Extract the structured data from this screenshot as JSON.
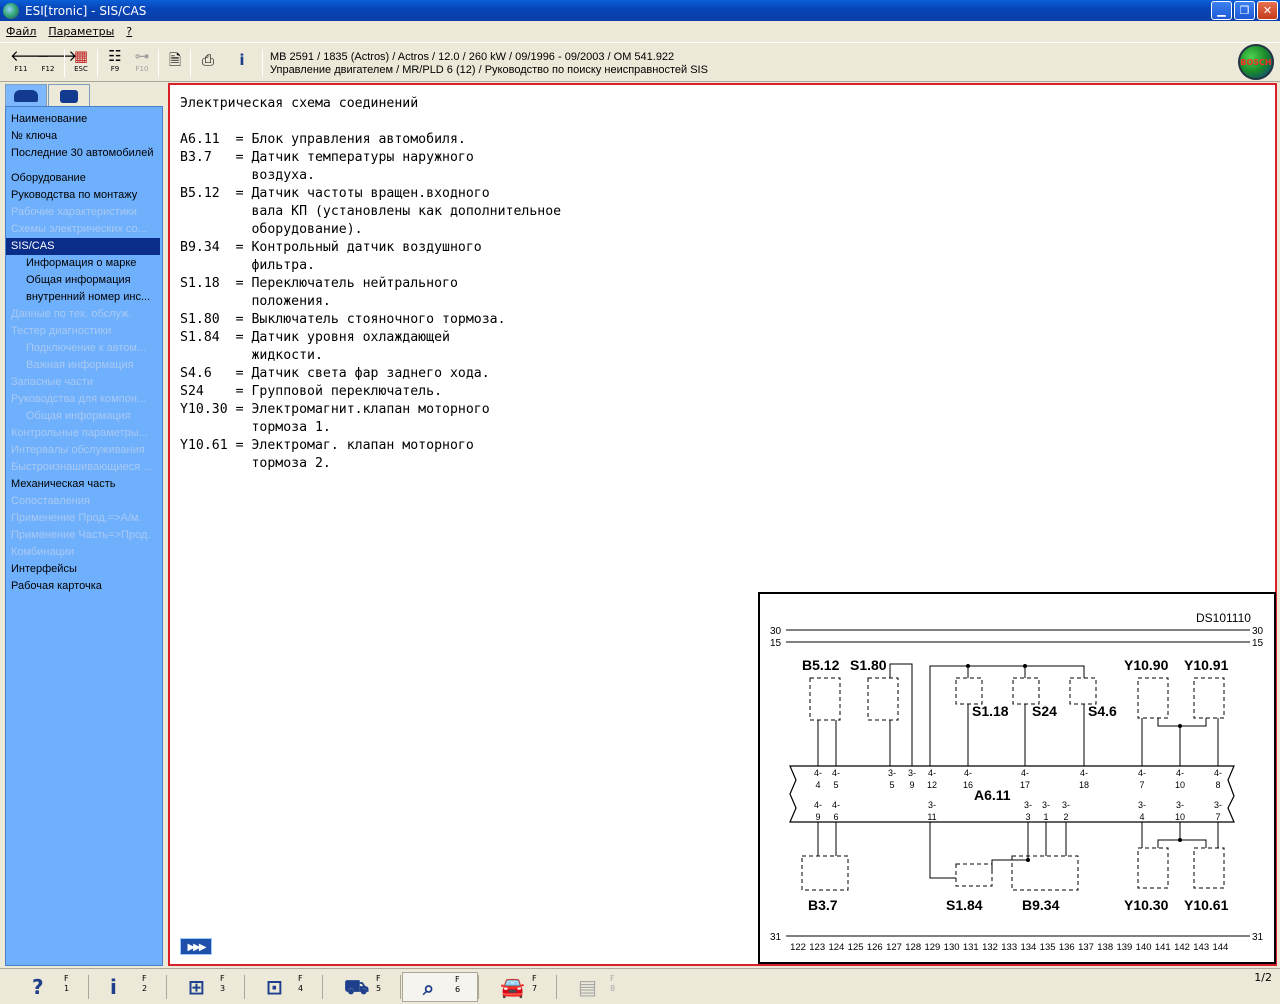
{
  "window": {
    "title": "ESI[tronic] - SIS/CAS"
  },
  "menu": {
    "file": "Файл",
    "params": "Параметры",
    "help": "?"
  },
  "toolbar": {
    "back_key": "F11",
    "fwd_key": "F12",
    "esc_key": "ESC",
    "f9_key": "F9",
    "f10_key": "F10",
    "vehicle_line1": "MB 2591 / 1835 (Actros) / Actros / 12.0 / 260 kW / 09/1996 - 09/2003 / OM 541.922",
    "vehicle_line2": "Управление двигателем / MR/PLD 6 (12) / Руководство по поиску неисправностей SIS",
    "brand_logo": "BOSCH"
  },
  "nav": {
    "items": [
      {
        "label": "Наименование",
        "state": "normal",
        "level": 0
      },
      {
        "label": "№ ключа",
        "state": "normal",
        "level": 0
      },
      {
        "label": "Последние 30 автомобилей",
        "state": "normal",
        "level": 0
      },
      {
        "label": "Оборудование",
        "state": "normal",
        "level": 0,
        "gap_before": true
      },
      {
        "label": "Руководства по монтажу",
        "state": "normal",
        "level": 0
      },
      {
        "label": "Рабочие характеристики",
        "state": "disabled",
        "level": 0
      },
      {
        "label": "Схемы электрических со...",
        "state": "disabled",
        "level": 0
      },
      {
        "label": "SIS/CAS",
        "state": "selected",
        "level": 0
      },
      {
        "label": "Информация о марке",
        "state": "normal",
        "level": 1
      },
      {
        "label": "Общая информация",
        "state": "normal",
        "level": 1
      },
      {
        "label": "внутренний номер инс...",
        "state": "normal",
        "level": 1
      },
      {
        "label": "Данные по тех. обслуж.",
        "state": "disabled",
        "level": 0
      },
      {
        "label": "Тестер диагностики",
        "state": "disabled",
        "level": 0
      },
      {
        "label": "Подключение к автом...",
        "state": "disabled",
        "level": 1
      },
      {
        "label": "Важная информация",
        "state": "disabled",
        "level": 1
      },
      {
        "label": "Запасные части",
        "state": "disabled",
        "level": 0
      },
      {
        "label": "Руководства для компон...",
        "state": "disabled",
        "level": 0
      },
      {
        "label": "Общая информация",
        "state": "disabled",
        "level": 1
      },
      {
        "label": "Контрольные параметры...",
        "state": "disabled",
        "level": 0
      },
      {
        "label": "Интервалы обслуживания",
        "state": "disabled",
        "level": 0
      },
      {
        "label": "Быстроизнашивающиеся ...",
        "state": "disabled",
        "level": 0
      },
      {
        "label": "Механическая часть",
        "state": "normal",
        "level": 0
      },
      {
        "label": "Сопоставления",
        "state": "disabled",
        "level": 0
      },
      {
        "label": "Применение Прод.=>А/м.",
        "state": "disabled",
        "level": 0
      },
      {
        "label": "Применение Часть=>Прод.",
        "state": "disabled",
        "level": 0
      },
      {
        "label": "Комбинации",
        "state": "disabled",
        "level": 0
      },
      {
        "label": "Интерфейсы",
        "state": "normal",
        "level": 0
      },
      {
        "label": "Рабочая карточка",
        "state": "normal",
        "level": 0
      }
    ]
  },
  "document": {
    "lines": [
      "Электрическая схема соединений",
      "",
      "A6.11  = Блок управления автомобиля.",
      "B3.7   = Датчик температуры наружного",
      "         воздуха.",
      "B5.12  = Датчик частоты вращен.входного",
      "         вала КП (установлены как дополнительное",
      "         оборудование).",
      "B9.34  = Контрольный датчик воздушного",
      "         фильтра.",
      "S1.18  = Переключатель нейтрального",
      "         положения.",
      "S1.80  = Выключатель стояночного тормоза.",
      "S1.84  = Датчик уровня охлаждающей",
      "         жидкости.",
      "S4.6   = Датчик света фар заднего хода.",
      "S24    = Групповой переключатель.",
      "Y10.30 = Электромагнит.клапан моторного",
      "         тормоза 1.",
      "Y10.61 = Электромаг. клапан моторного",
      "         тормоза 2."
    ],
    "next_page_symbol": "▶▶▶"
  },
  "diagram": {
    "id": "DS101110",
    "rail_30": "30",
    "rail_15": "15",
    "rail_31": "31",
    "ecu_label": "A6.11",
    "top_components": [
      "B5.12",
      "S1.80",
      "S1.18",
      "S24",
      "S4.6",
      "Y10.90",
      "Y10.91"
    ],
    "bottom_components": [
      "B3.7",
      "S1.84",
      "B9.34",
      "Y10.30",
      "Y10.61"
    ],
    "ruler": [
      "122",
      "123",
      "124",
      "125",
      "126",
      "127",
      "128",
      "129",
      "130",
      "131",
      "132",
      "133",
      "134",
      "135",
      "136",
      "137",
      "138",
      "139",
      "140",
      "141",
      "142",
      "143",
      "144"
    ],
    "top_pins": [
      {
        "a": "4-",
        "b": "4"
      },
      {
        "a": "4-",
        "b": "5"
      },
      {
        "a": "3-",
        "b": "5"
      },
      {
        "a": "3-",
        "b": "9"
      },
      {
        "a": "4-",
        "b": "12"
      },
      {
        "a": "4-",
        "b": "16"
      },
      {
        "a": "4-",
        "b": "17"
      },
      {
        "a": "4-",
        "b": "18"
      },
      {
        "a": "4-",
        "b": "7"
      },
      {
        "a": "4-",
        "b": "10"
      },
      {
        "a": "4-",
        "b": "8"
      }
    ],
    "bottom_pins": [
      {
        "a": "4-",
        "b": "9"
      },
      {
        "a": "4-",
        "b": "6"
      },
      {
        "a": "3-",
        "b": "11"
      },
      {
        "a": "3-",
        "b": "3"
      },
      {
        "a": "3-",
        "b": "1"
      },
      {
        "a": "3-",
        "b": "2"
      },
      {
        "a": "3-",
        "b": "4"
      },
      {
        "a": "3-",
        "b": "10"
      },
      {
        "a": "3-",
        "b": "7"
      }
    ]
  },
  "fkeys": [
    {
      "label": "F\n1",
      "icon": "help-icon"
    },
    {
      "label": "F\n2",
      "icon": "info-icon"
    },
    {
      "label": "F\n3",
      "icon": "parts-list-icon"
    },
    {
      "label": "F\n4",
      "icon": "circuit-icon"
    },
    {
      "label": "F\n5",
      "icon": "diagnostic-tester-icon"
    },
    {
      "label": "F\n6",
      "icon": "zoom-icon"
    },
    {
      "label": "F\n7",
      "icon": "vehicle-icon"
    },
    {
      "label": "F\n8",
      "icon": "disabled-function-icon"
    }
  ],
  "status": {
    "page": "1/2"
  },
  "colors": {
    "nav_bg": "#6fb0fd",
    "selected": "#0a2d8a",
    "content_border": "#d8202a"
  }
}
